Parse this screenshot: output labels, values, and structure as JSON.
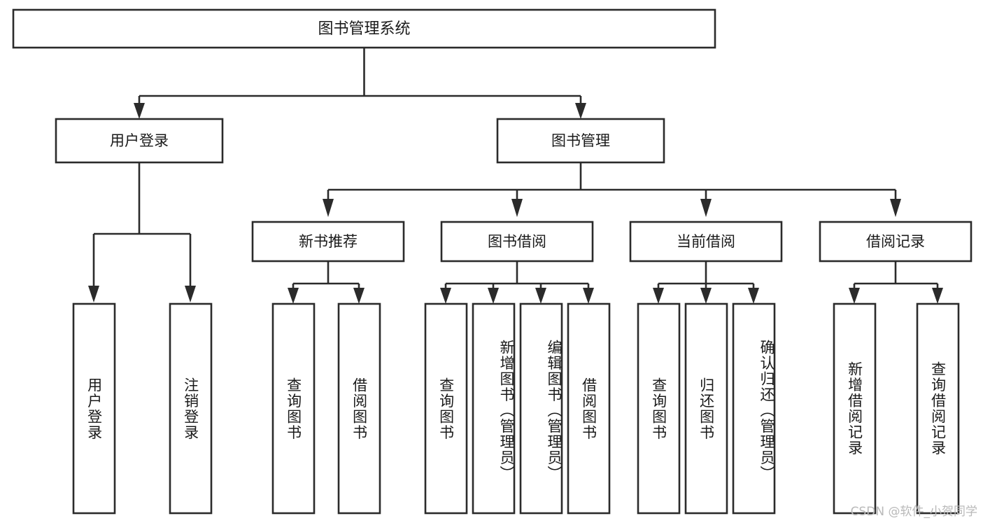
{
  "diagram": {
    "title": "图书管理系统",
    "watermark": "CSDN @软件_小贺同学",
    "theme": {
      "background": "#ffffff",
      "stroke": "#2b2b2b",
      "text": "#1a1a1a",
      "watermark_color": "#b9b9b9"
    },
    "levels": {
      "root": {
        "label": "图书管理系统"
      },
      "level2": [
        {
          "label": "用户登录"
        },
        {
          "label": "图书管理"
        }
      ],
      "level3": [
        {
          "label": "新书推荐"
        },
        {
          "label": "图书借阅"
        },
        {
          "label": "当前借阅"
        },
        {
          "label": "借阅记录"
        }
      ],
      "leaves": {
        "user_login": [
          {
            "label": "用户登录"
          },
          {
            "label": "注销登录"
          }
        ],
        "new_book_recommend": [
          {
            "label": "查询图书"
          },
          {
            "label": "借阅图书"
          }
        ],
        "book_borrow": [
          {
            "label": "查询图书"
          },
          {
            "label": "新增图书（管理员）"
          },
          {
            "label": "编辑图书（管理员）"
          },
          {
            "label": "借阅图书"
          }
        ],
        "current_borrow": [
          {
            "label": "查询图书"
          },
          {
            "label": "归还图书"
          },
          {
            "label": "确认归还（管理员）"
          }
        ],
        "borrow_record": [
          {
            "label": "新增借阅记录"
          },
          {
            "label": "查询借阅记录"
          }
        ]
      }
    }
  },
  "chart_data": {
    "type": "table",
    "title": "图书管理系统 功能结构图",
    "nodes": [
      {
        "id": "root",
        "label": "图书管理系统",
        "level": 0,
        "parent": null
      },
      {
        "id": "user-login",
        "label": "用户登录",
        "level": 1,
        "parent": "root"
      },
      {
        "id": "book-manage",
        "label": "图书管理",
        "level": 1,
        "parent": "root"
      },
      {
        "id": "new-book",
        "label": "新书推荐",
        "level": 2,
        "parent": "book-manage"
      },
      {
        "id": "book-borrow",
        "label": "图书借阅",
        "level": 2,
        "parent": "book-manage"
      },
      {
        "id": "current-borrow",
        "label": "当前借阅",
        "level": 2,
        "parent": "book-manage"
      },
      {
        "id": "borrow-record",
        "label": "借阅记录",
        "level": 2,
        "parent": "book-manage"
      },
      {
        "id": "leaf-user-login",
        "label": "用户登录",
        "level": 2,
        "parent": "user-login"
      },
      {
        "id": "leaf-logout",
        "label": "注销登录",
        "level": 2,
        "parent": "user-login"
      },
      {
        "id": "leaf-nb-query",
        "label": "查询图书",
        "level": 3,
        "parent": "new-book"
      },
      {
        "id": "leaf-nb-borrow",
        "label": "借阅图书",
        "level": 3,
        "parent": "new-book"
      },
      {
        "id": "leaf-bb-query",
        "label": "查询图书",
        "level": 3,
        "parent": "book-borrow"
      },
      {
        "id": "leaf-bb-add",
        "label": "新增图书（管理员）",
        "level": 3,
        "parent": "book-borrow"
      },
      {
        "id": "leaf-bb-edit",
        "label": "编辑图书（管理员）",
        "level": 3,
        "parent": "book-borrow"
      },
      {
        "id": "leaf-bb-borrow",
        "label": "借阅图书",
        "level": 3,
        "parent": "book-borrow"
      },
      {
        "id": "leaf-cb-query",
        "label": "查询图书",
        "level": 3,
        "parent": "current-borrow"
      },
      {
        "id": "leaf-cb-return",
        "label": "归还图书",
        "level": 3,
        "parent": "current-borrow"
      },
      {
        "id": "leaf-cb-confirm",
        "label": "确认归还（管理员）",
        "level": 3,
        "parent": "current-borrow"
      },
      {
        "id": "leaf-br-add",
        "label": "新增借阅记录",
        "level": 3,
        "parent": "borrow-record"
      },
      {
        "id": "leaf-br-query",
        "label": "查询借阅记录",
        "level": 3,
        "parent": "borrow-record"
      }
    ]
  }
}
